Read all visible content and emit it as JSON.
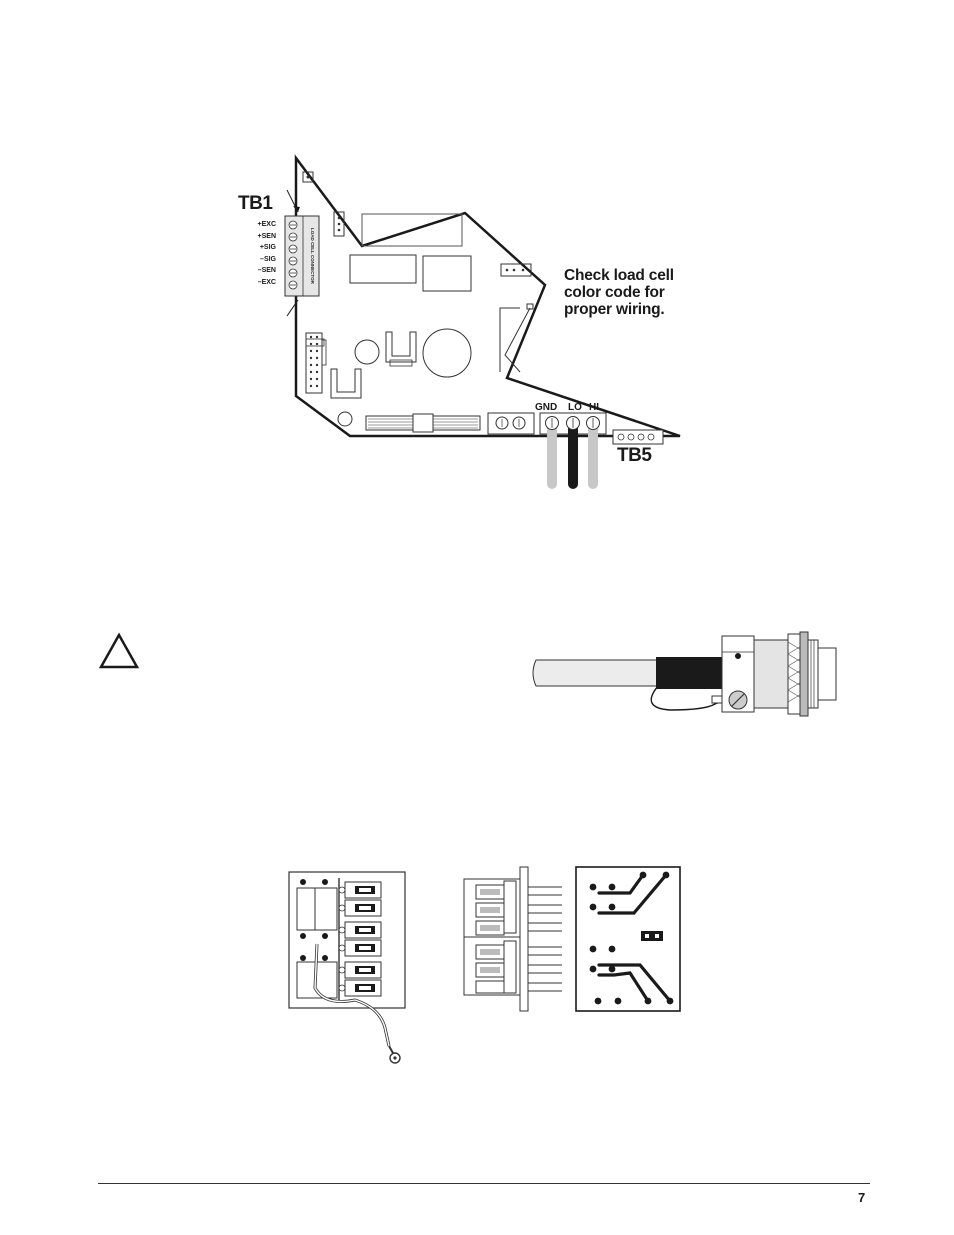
{
  "board": {
    "tb1_label": "TB1",
    "tb1_pins": [
      "+EXC",
      "+SEN",
      "+SIG",
      "–SIG",
      "–SEN",
      "–EXC"
    ],
    "connector_text": "LOAD CELL CONNECTOR",
    "callout": [
      "Check load cell",
      "color code for",
      "proper wiring."
    ],
    "terminals": [
      "GND",
      "LO",
      "HI"
    ],
    "tb5_label": "TB5"
  },
  "caution_icon": "warning-triangle-icon",
  "footer": {
    "page_number": "7"
  }
}
